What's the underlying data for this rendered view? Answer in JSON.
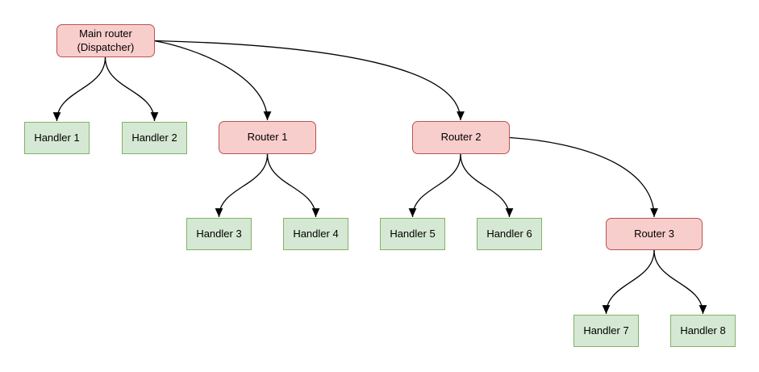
{
  "diagram": {
    "type": "tree-flowchart",
    "colors": {
      "background": "#ffffff",
      "router_fill": "#f8cecc",
      "router_border": "#b85450",
      "handler_fill": "#d5e8d4",
      "handler_border": "#82b366",
      "edge": "#000000",
      "text": "#000000"
    },
    "nodes": {
      "main_router": {
        "label": "Main router\n(Dispatcher)",
        "type": "router"
      },
      "handler1": {
        "label": "Handler 1",
        "type": "handler"
      },
      "handler2": {
        "label": "Handler 2",
        "type": "handler"
      },
      "router1": {
        "label": "Router 1",
        "type": "router"
      },
      "router2": {
        "label": "Router 2",
        "type": "router"
      },
      "handler3": {
        "label": "Handler 3",
        "type": "handler"
      },
      "handler4": {
        "label": "Handler 4",
        "type": "handler"
      },
      "handler5": {
        "label": "Handler 5",
        "type": "handler"
      },
      "handler6": {
        "label": "Handler 6",
        "type": "handler"
      },
      "router3": {
        "label": "Router 3",
        "type": "router"
      },
      "handler7": {
        "label": "Handler 7",
        "type": "handler"
      },
      "handler8": {
        "label": "Handler 8",
        "type": "handler"
      }
    },
    "edges": [
      {
        "from": "main_router",
        "to": "handler1"
      },
      {
        "from": "main_router",
        "to": "handler2"
      },
      {
        "from": "main_router",
        "to": "router1"
      },
      {
        "from": "main_router",
        "to": "router2"
      },
      {
        "from": "router1",
        "to": "handler3"
      },
      {
        "from": "router1",
        "to": "handler4"
      },
      {
        "from": "router2",
        "to": "handler5"
      },
      {
        "from": "router2",
        "to": "handler6"
      },
      {
        "from": "router2",
        "to": "router3"
      },
      {
        "from": "router3",
        "to": "handler7"
      },
      {
        "from": "router3",
        "to": "handler8"
      }
    ]
  }
}
